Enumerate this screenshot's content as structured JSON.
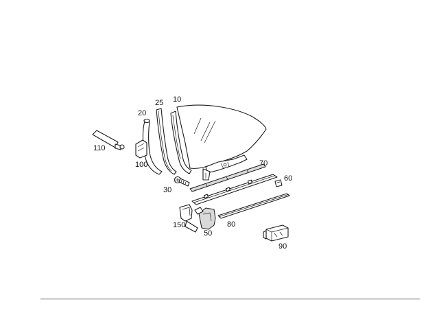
{
  "diagram": {
    "callouts": [
      "10",
      "20",
      "25",
      "30",
      "50",
      "60",
      "70",
      "80",
      "90",
      "100",
      "110",
      "150"
    ]
  },
  "colors": {
    "line": "#1a1a1a",
    "shading": "#d9d9d9",
    "rule": "#555555",
    "background": "#ffffff"
  }
}
